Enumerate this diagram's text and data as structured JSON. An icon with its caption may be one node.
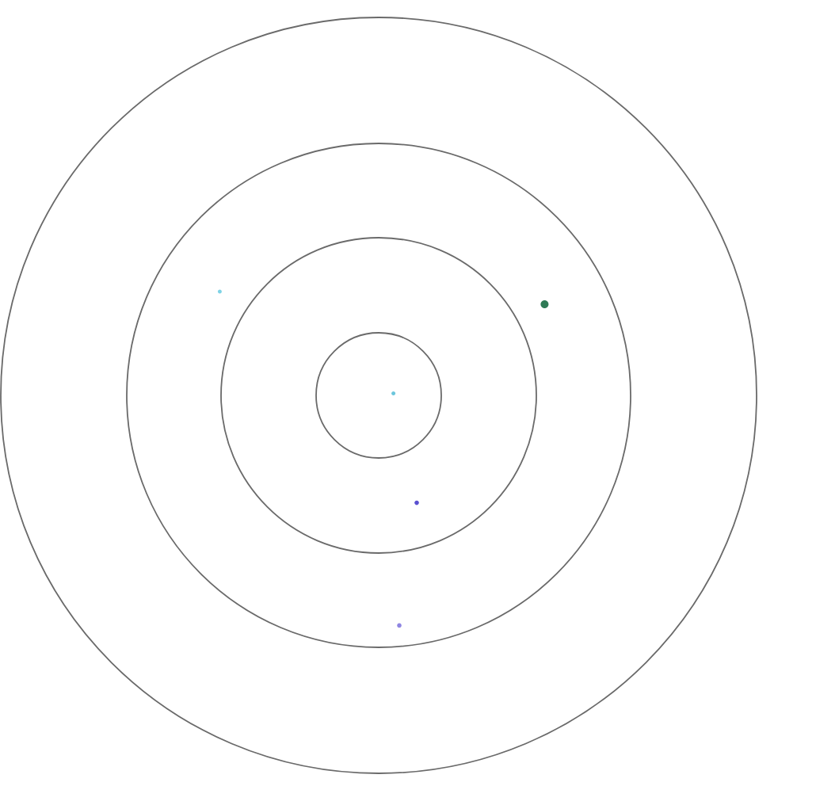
{
  "diagram": {
    "nodes": [
      {
        "text": [],
        "shape": "circle"
      },
      {
        "text": [],
        "shape": "circle",
        "in": 0
      },
      {
        "text": [],
        "shape": "circle",
        "in": 1
      },
      {
        "text": [],
        "shape": "circle",
        "in": 2
      },
      {
        "text": [],
        "shape": "dot",
        "in": 1
      },
      {
        "text": [],
        "shape": "dot",
        "in": 1
      },
      {
        "text": [],
        "shape": "dot",
        "in": 3
      },
      {
        "text": [],
        "shape": "dot",
        "in": 2
      },
      {
        "text": [],
        "shape": "dot",
        "in": 1
      }
    ]
  }
}
